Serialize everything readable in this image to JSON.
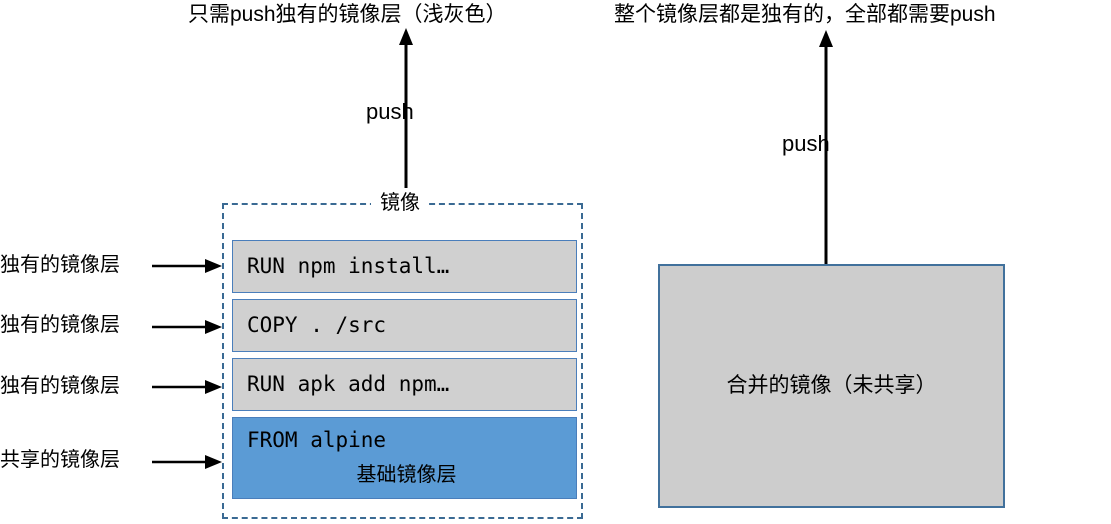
{
  "diagram": {
    "captions": {
      "left": "只需push独有的镜像层（浅灰色）",
      "right": "整个镜像层都是独有的，全部都需要push"
    },
    "push_label_left": "push",
    "push_label_right": "push",
    "left_panel": {
      "container_label": "镜像",
      "layers": [
        {
          "command": "RUN npm install…",
          "type": "unique"
        },
        {
          "command": "COPY . /src",
          "type": "unique"
        },
        {
          "command": "RUN apk add npm…",
          "type": "unique"
        },
        {
          "command": "FROM alpine",
          "sublabel": "基础镜像层",
          "type": "base"
        }
      ],
      "annotations": [
        "独有的镜像层",
        "独有的镜像层",
        "独有的镜像层",
        "共享的镜像层"
      ]
    },
    "right_panel": {
      "box_label": "合并的镜像（未共享）"
    },
    "colors": {
      "base_layer_fill": "#5b9bd5",
      "unique_layer_fill": "#d0d0d0",
      "layer_border": "#4a7ebb",
      "dashed_border": "#3a6a93",
      "merged_box_fill": "#cdcdcd",
      "merged_box_border": "#41719c",
      "arrow": "#000000"
    }
  }
}
